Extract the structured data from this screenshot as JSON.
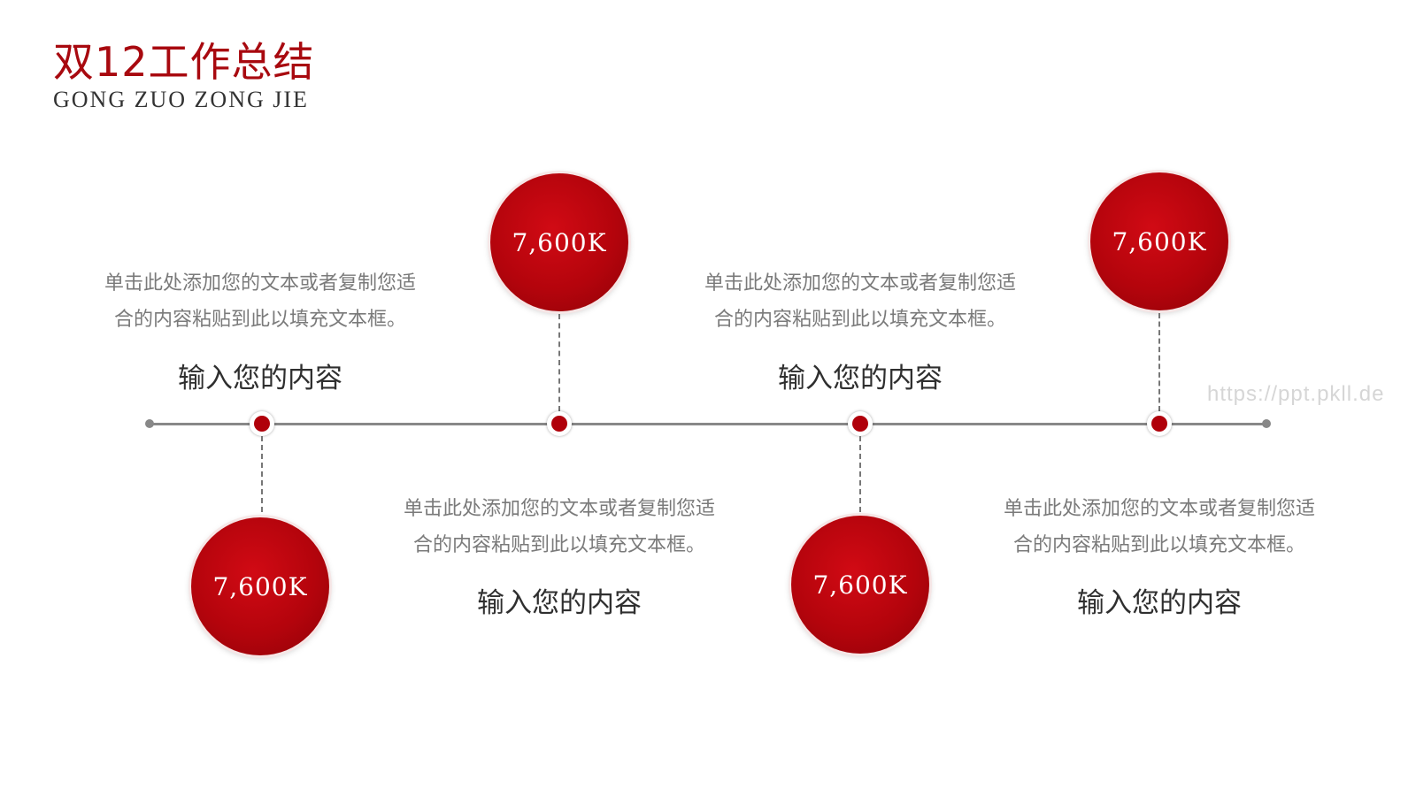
{
  "header": {
    "title": "双12工作总结",
    "subtitle": "GONG ZUO ZONG JIE"
  },
  "timeline": {
    "items": [
      {
        "value": "7,600K",
        "description_line1": "单击此处添加您的文本或者复制您适",
        "description_line2": "合的内容粘贴到此以填充文本框。",
        "heading": "输入您的内容"
      },
      {
        "value": "7,600K",
        "description_line1": "单击此处添加您的文本或者复制您适",
        "description_line2": "合的内容粘贴到此以填充文本框。",
        "heading": "输入您的内容"
      },
      {
        "value": "7,600K",
        "description_line1": "单击此处添加您的文本或者复制您适",
        "description_line2": "合的内容粘贴到此以填充文本框。",
        "heading": "输入您的内容"
      },
      {
        "value": "7,600K",
        "description_line1": "单击此处添加您的文本或者复制您适",
        "description_line2": "合的内容粘贴到此以填充文本框。",
        "heading": "输入您的内容"
      }
    ]
  },
  "watermark": "https://ppt.pkll.de",
  "colors": {
    "accent": "#b0000a",
    "axis": "#888888",
    "text": "#2f2f2f"
  }
}
